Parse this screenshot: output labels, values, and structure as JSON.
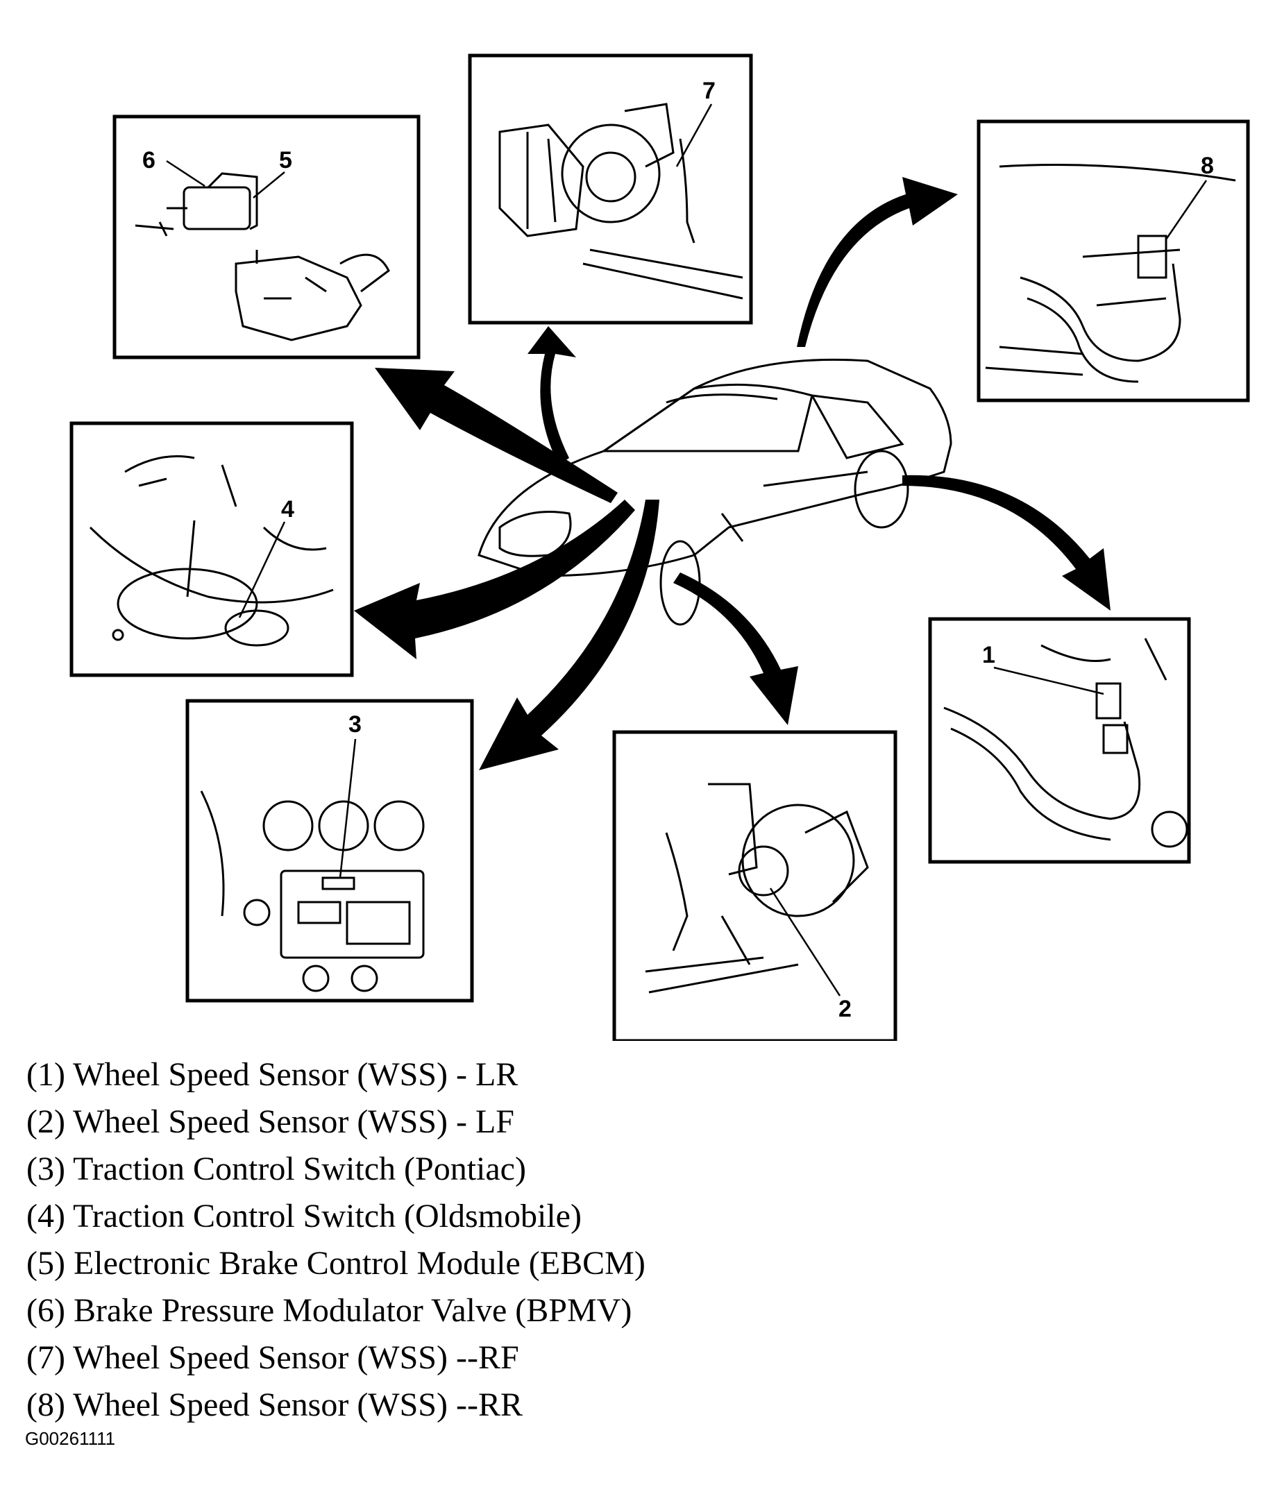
{
  "callouts": {
    "c1": "1",
    "c2": "2",
    "c3": "3",
    "c4": "4",
    "c5": "5",
    "c6": "6",
    "c7": "7",
    "c8": "8"
  },
  "legend": [
    "(1) Wheel Speed Sensor (WSS) - LR",
    "(2) Wheel Speed Sensor (WSS) - LF",
    "(3) Traction Control Switch (Pontiac)",
    "(4) Traction Control Switch (Oldsmobile)",
    "(5) Electronic Brake Control Module (EBCM)",
    "(6) Brake Pressure Modulator Valve (BPMV)",
    "(7) Wheel Speed Sensor (WSS) --RF",
    "(8) Wheel Speed Sensor (WSS) --RR"
  ],
  "figure_code": "G00261111"
}
